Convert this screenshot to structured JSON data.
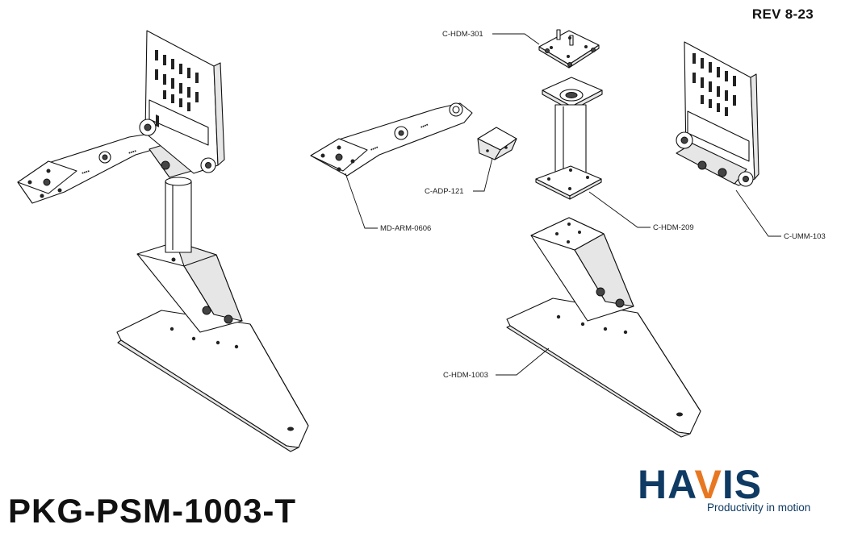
{
  "revision": "REV 8-23",
  "part_number": "PKG-PSM-1003-T",
  "brand": {
    "name_part1": "HA",
    "name_part2": "V",
    "name_part3": "IS",
    "tagline": "Productivity in motion",
    "primary_color": "#0e3a63",
    "accent_color": "#e87722"
  },
  "callouts": {
    "c_hdm_301": "C-HDM-301",
    "c_adp_121": "C-ADP-121",
    "md_arm_0606": "MD-ARM-0606",
    "c_hdm_209": "C-HDM-209",
    "c_umm_103": "C-UMM-103",
    "c_hdm_1003": "C-HDM-1003"
  }
}
